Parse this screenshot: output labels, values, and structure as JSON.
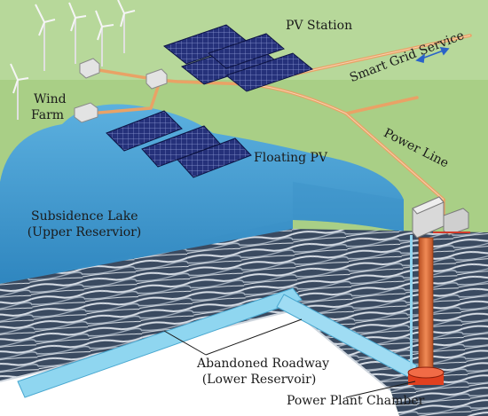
{
  "labels": {
    "pv_station": "PV Station",
    "wind_farm_line1": "Wind",
    "wind_farm_line2": "Farm",
    "smart_grid": "Smart Grid Service",
    "power_line": "Power Line",
    "floating_pv": "Floating PV",
    "subsidence_lake_line1": "Subsidence Lake",
    "subsidence_lake_line2": "(Upper Reservior)",
    "abandoned_roadway_line1": "Abandoned Roadway",
    "abandoned_roadway_line2": "(Lower Reservoir)",
    "power_plant_chamber": "Power Plant Chamber"
  },
  "colors": {
    "ground": "#a9cf86",
    "lake": "#3b95c9",
    "rock_dark": "#2b3a4e",
    "rock_light": "#c6cdd6",
    "power_line": "#e9a266",
    "solar_panel": "#25317a",
    "shaft": "#d9683a",
    "chamber": "#e0401f",
    "roadway_water": "#8fd6f0",
    "building": "#d9d9d9",
    "arrow_blue": "#2a63c8"
  }
}
